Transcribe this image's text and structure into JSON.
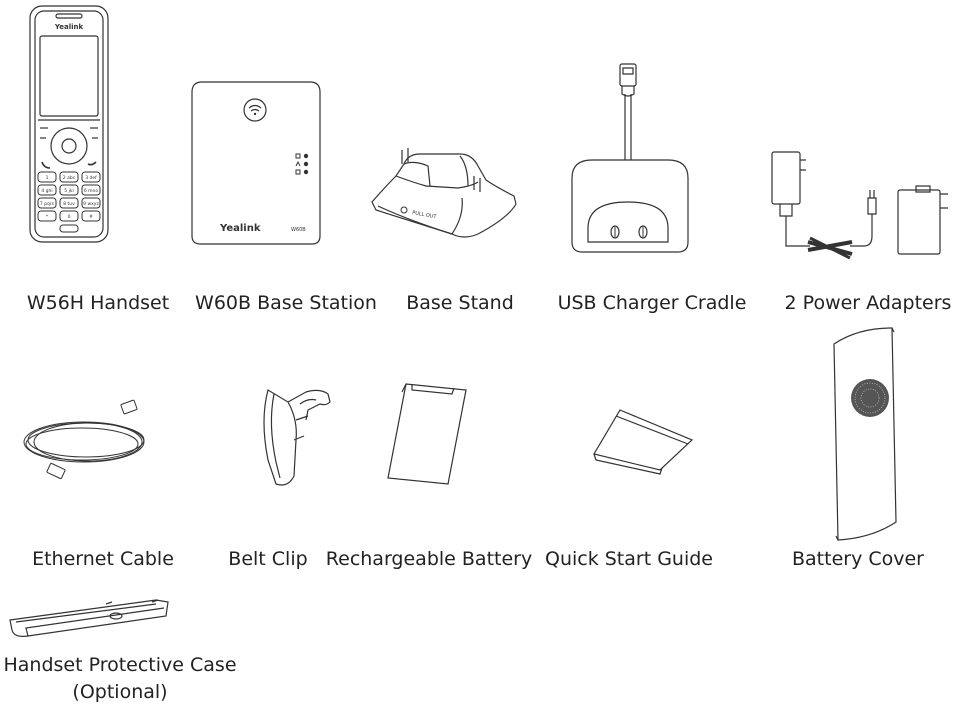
{
  "brand": "Yealink",
  "base_model": "W60B",
  "stand_text": "PULL OUT",
  "handset_keys": [
    "1",
    "2 abc",
    "3 def",
    "4 ghi",
    "5 jkl",
    "6 mno",
    "7 pqrs",
    "8 tuv",
    "9 wxyz",
    "*",
    "0",
    "#"
  ],
  "items": [
    {
      "label": "W56H Handset"
    },
    {
      "label": "W60B Base Station"
    },
    {
      "label": "Base Stand"
    },
    {
      "label": "USB Charger Cradle"
    },
    {
      "label": "2 Power Adapters"
    },
    {
      "label": "Ethernet Cable"
    },
    {
      "label": "Belt Clip"
    },
    {
      "label": "Rechargeable Battery"
    },
    {
      "label": "Quick Start Guide"
    },
    {
      "label": "Battery Cover"
    },
    {
      "label": "Handset Protective Case",
      "sublabel": "(Optional)"
    }
  ],
  "colors": {
    "ink": "#222222",
    "outline": "#333333",
    "background": "#ffffff"
  }
}
